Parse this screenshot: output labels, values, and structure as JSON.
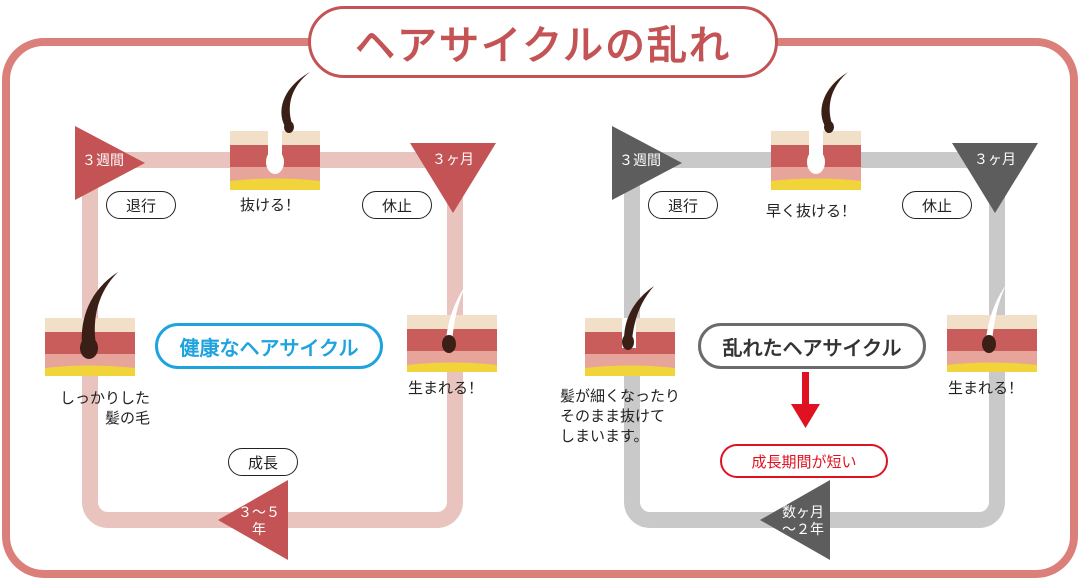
{
  "title": "ヘアサイクルの乱れ",
  "colors": {
    "frame": "#db7f7a",
    "healthy_track": "#e9c3bd",
    "healthy_arrow": "#c35354",
    "disordered_track": "#c9c9c9",
    "disordered_arrow": "#5d5d5d",
    "healthy_label_border": "#1fa3df",
    "healthy_label_text": "#1fa3df",
    "disordered_label_border": "#6b6b6b",
    "red_arrow": "#e01222",
    "short_label": "#e01222",
    "skin_top": "#f2dfc8",
    "skin_mid": "#e7a49a",
    "skin_dark": "#c95d5c",
    "skin_base": "#f0d43a",
    "hair": "#3a1f16"
  },
  "healthy": {
    "center_label": "健康なヘアサイクル",
    "arrow_top_left": "３週間",
    "arrow_top_right": "３ヶ月",
    "arrow_bottom": "３〜５\n年",
    "oval_top_left": "退行",
    "oval_top_right": "休止",
    "oval_bottom": "成長",
    "label_top": "抜ける！",
    "label_right": "生まれる！",
    "label_left": "しっかりした\n髪の毛"
  },
  "disordered": {
    "center_label": "乱れたヘアサイクル",
    "arrow_top_left": "３週間",
    "arrow_top_right": "３ヶ月",
    "arrow_bottom": "数ヶ月\n〜２年",
    "oval_top_left": "退行",
    "oval_top_right": "休止",
    "label_top": "早く抜ける！",
    "label_right": "生まれる！",
    "label_left": "髪が細くなったり\nそのまま抜けて\nしまいます。",
    "short_label": "成長期間が短い"
  }
}
